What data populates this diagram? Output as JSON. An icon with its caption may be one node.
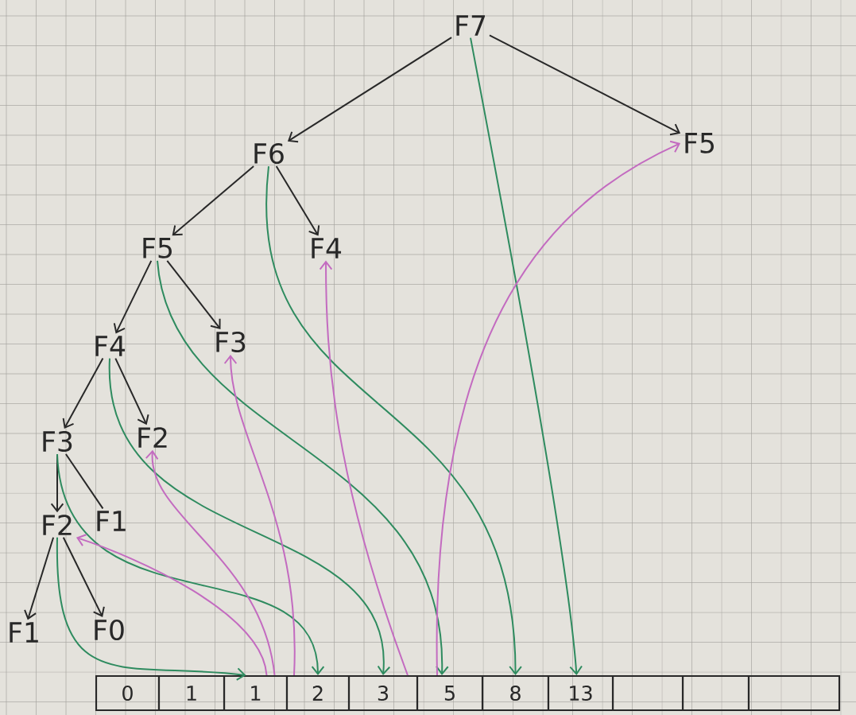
{
  "diagram": {
    "nodes": [
      {
        "text": [
          "F7"
        ]
      },
      {
        "text": [
          "F6"
        ]
      },
      {
        "text": [
          "F5"
        ]
      },
      {
        "text": [
          "F5"
        ]
      },
      {
        "text": [
          "F4"
        ]
      },
      {
        "text": [
          "F4"
        ]
      },
      {
        "text": [
          "F3"
        ]
      },
      {
        "text": [
          "F3"
        ]
      },
      {
        "text": [
          "F2"
        ]
      },
      {
        "text": [
          "F2"
        ]
      },
      {
        "text": [
          "F1"
        ]
      },
      {
        "text": [
          "F1"
        ]
      },
      {
        "text": [
          "F0"
        ]
      },
      {
        "text": [
          "0"
        ]
      },
      {
        "text": [
          "1"
        ]
      },
      {
        "text": [
          "1"
        ]
      },
      {
        "text": [
          "2"
        ]
      },
      {
        "text": [
          "3"
        ]
      },
      {
        "text": [
          "5"
        ]
      },
      {
        "text": [
          "8"
        ]
      },
      {
        "text": [
          "13"
        ]
      },
      {
        "text": [],
        "shape": "box"
      },
      {
        "text": [],
        "shape": "box"
      },
      {
        "text": [],
        "shape": "box"
      }
    ],
    "edges": [
      {
        "from": 0,
        "to": 1,
        "arrow": "to"
      },
      {
        "from": 0,
        "to": 2,
        "arrow": "to"
      },
      {
        "from": 1,
        "to": 3,
        "arrow": "to"
      },
      {
        "from": 1,
        "to": 4,
        "arrow": "to"
      },
      {
        "from": 3,
        "to": 5,
        "arrow": "to"
      },
      {
        "from": 3,
        "to": 6,
        "arrow": "to"
      },
      {
        "from": 5,
        "to": 7,
        "arrow": "to"
      },
      {
        "from": 5,
        "to": 8,
        "arrow": "to"
      },
      {
        "from": 7,
        "to": 9,
        "arrow": "to"
      },
      {
        "from": 7,
        "to": 10,
        "arrow": "none"
      },
      {
        "from": 9,
        "to": 11,
        "arrow": "to"
      },
      {
        "from": 9,
        "to": 12,
        "arrow": "to"
      },
      {
        "from": 9,
        "to": 15,
        "arrow": "to",
        "color": "#2e8b5f"
      },
      {
        "from": 7,
        "to": 16,
        "arrow": "to",
        "color": "#2e8b5f"
      },
      {
        "from": 5,
        "to": 17,
        "arrow": "to",
        "color": "#2e8b5f"
      },
      {
        "from": 3,
        "to": 18,
        "arrow": "to",
        "color": "#2e8b5f"
      },
      {
        "from": 1,
        "to": 19,
        "arrow": "to",
        "color": "#2e8b5f"
      },
      {
        "from": 0,
        "to": 20,
        "arrow": "to",
        "color": "#2e8b5f"
      },
      {
        "from": 15,
        "to": 9,
        "arrow": "to",
        "color": "#c36bc0"
      },
      {
        "from": 15,
        "to": 8,
        "arrow": "to",
        "color": "#c36bc0"
      },
      {
        "from": 16,
        "to": 6,
        "arrow": "to",
        "color": "#c36bc0"
      },
      {
        "from": 17,
        "to": 4,
        "arrow": "to",
        "color": "#c36bc0"
      },
      {
        "from": 18,
        "to": 2,
        "arrow": "to",
        "color": "#c36bc0"
      }
    ]
  }
}
